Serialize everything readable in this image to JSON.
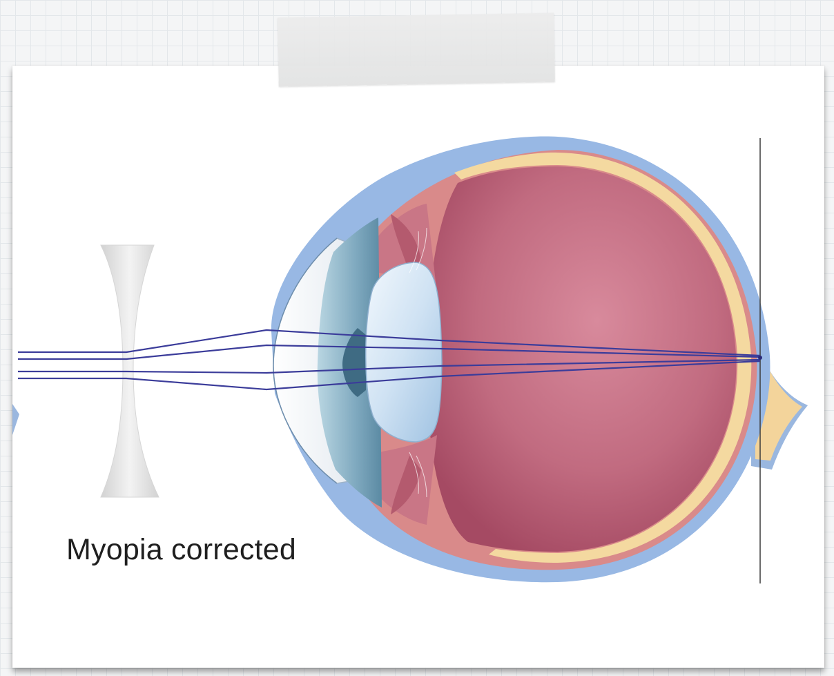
{
  "caption": "Myopia corrected",
  "colors": {
    "background": "#f4f5f6",
    "grid": "#e3e7ea",
    "card": "#ffffff",
    "sclera": "#98b8e4",
    "choroid": "#d98a8a",
    "retina": "#f4d9a0",
    "vitreous": "#c56f82",
    "light_ray": "#3b3c9a",
    "optic_nerve": "#f3d49b",
    "lens": "#d8e9f7",
    "concave_lens": "#e4e4e4"
  },
  "elements": {
    "tape": "tape-strip",
    "concave_lens": "concave-lens-icon",
    "eye": "eyeball-icon",
    "focal_line": "retina-plane-line"
  }
}
